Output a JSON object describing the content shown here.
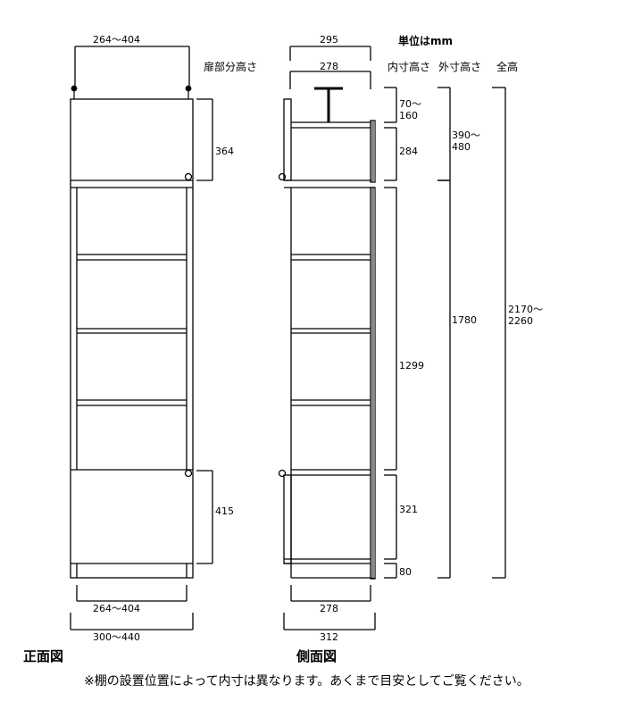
{
  "front": {
    "top_width": "264～404",
    "bottom_inner_width": "264～404",
    "bottom_outer_width": "300～440",
    "upper_door_height": "364",
    "lower_door_height": "415",
    "caption": "正面図"
  },
  "side": {
    "outer_depth_top": "295",
    "inner_depth_top": "278",
    "inner_depth_bottom": "278",
    "outer_depth_bottom": "312",
    "caption": "側面図"
  },
  "headers": {
    "unit": "単位はmm",
    "door_height": "扉部分高さ",
    "inner_height": "内寸高さ",
    "outer_height": "外寸高さ",
    "total_height": "全高"
  },
  "dims": {
    "top_gap": "70～\n160",
    "upper_inner": "284",
    "middle_inner": "1299",
    "lower_inner": "321",
    "base": "80",
    "upper_outer": "390～\n480",
    "main_outer": "1780",
    "total": "2170～\n2260"
  },
  "note": "※棚の設置位置によって内寸は異なります。あくまで目安としてご覧ください。"
}
